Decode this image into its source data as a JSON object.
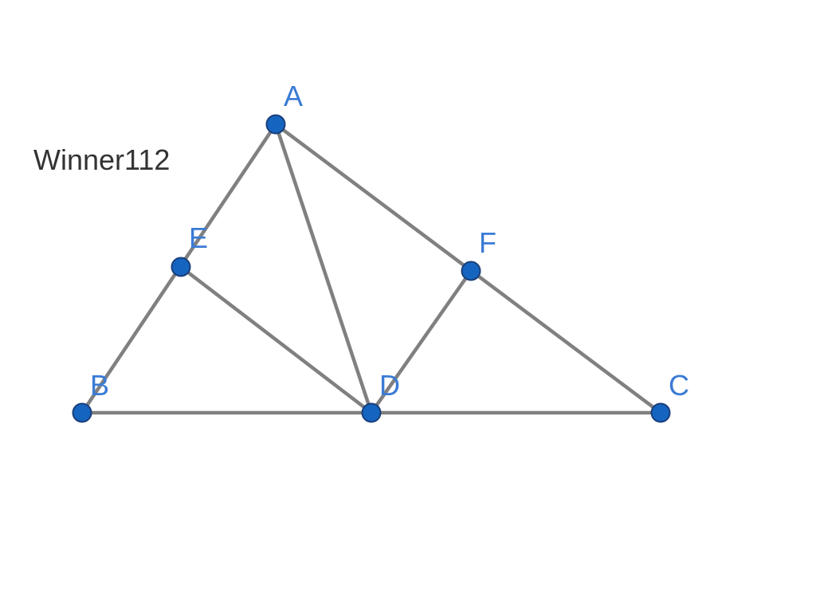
{
  "watermark": "Winner112",
  "colors": {
    "segment": "#808080",
    "point_fill": "#1565C0",
    "label": "#3A7BD5",
    "text": "#333333"
  },
  "diagram": {
    "points": [
      {
        "id": "A",
        "label": "A"
      },
      {
        "id": "B",
        "label": "B"
      },
      {
        "id": "C",
        "label": "C"
      },
      {
        "id": "D",
        "label": "D"
      },
      {
        "id": "E",
        "label": "E"
      },
      {
        "id": "F",
        "label": "F"
      }
    ],
    "segments": [
      [
        "A",
        "B"
      ],
      [
        "A",
        "C"
      ],
      [
        "B",
        "C"
      ],
      [
        "A",
        "D"
      ],
      [
        "E",
        "D"
      ],
      [
        "F",
        "D"
      ]
    ]
  }
}
